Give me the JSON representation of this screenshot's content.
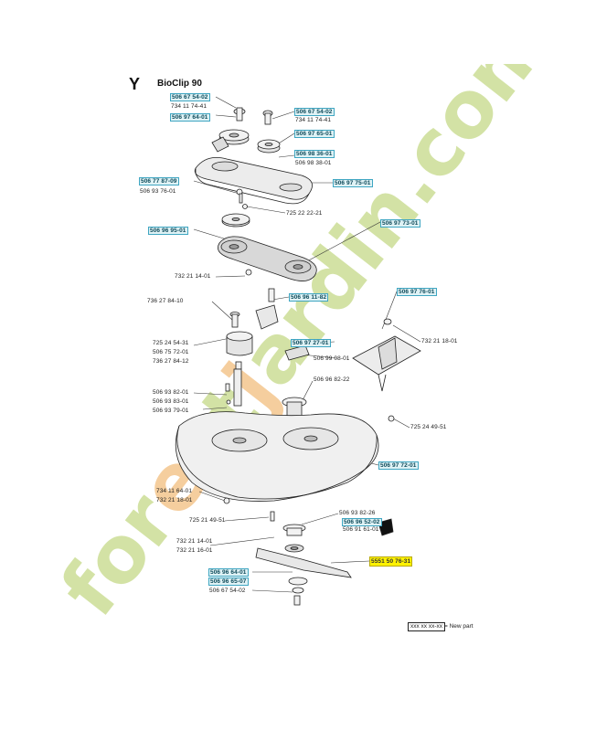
{
  "header": {
    "section_letter": "Y",
    "title": "BioClip 90"
  },
  "parts": [
    {
      "id": "p01",
      "text": "506 67 54-02",
      "new": true
    },
    {
      "id": "p02",
      "text": "734 11 74-41",
      "new": false
    },
    {
      "id": "p03",
      "text": "506 97 64-01",
      "new": true
    },
    {
      "id": "p04",
      "text": "506 67 54-02",
      "new": true
    },
    {
      "id": "p05",
      "text": "734 11 74-41",
      "new": false
    },
    {
      "id": "p06",
      "text": "506 97 65-01",
      "new": true
    },
    {
      "id": "p07",
      "text": "506 98 36-01",
      "new": true
    },
    {
      "id": "p08",
      "text": "506 98 38-01",
      "new": false
    },
    {
      "id": "p09",
      "text": "506 77 87-09",
      "new": true
    },
    {
      "id": "p10",
      "text": "506 97 75-01",
      "new": true
    },
    {
      "id": "p11",
      "text": "506 93 76-01",
      "new": false
    },
    {
      "id": "p12",
      "text": "725 22 22-21",
      "new": false
    },
    {
      "id": "p13",
      "text": "506 97 73-01",
      "new": true
    },
    {
      "id": "p14",
      "text": "506 96 95-01",
      "new": true
    },
    {
      "id": "p15",
      "text": "732 21 14-01",
      "new": false
    },
    {
      "id": "p16",
      "text": "506 96 11-82",
      "new": true
    },
    {
      "id": "p17",
      "text": "506 97 76-01",
      "new": true
    },
    {
      "id": "p18",
      "text": "736 27 84-10",
      "new": false
    },
    {
      "id": "p19",
      "text": "725 24 54-31",
      "new": false
    },
    {
      "id": "p20",
      "text": "506 75 72-01",
      "new": false
    },
    {
      "id": "p21",
      "text": "736 27 84-12",
      "new": false
    },
    {
      "id": "p22",
      "text": "506 97 27-01",
      "new": true
    },
    {
      "id": "p23",
      "text": "732 21 18-01",
      "new": false
    },
    {
      "id": "p24",
      "text": "506 99 08-01",
      "new": false
    },
    {
      "id": "p25",
      "text": "506 93 82-01",
      "new": false
    },
    {
      "id": "p26",
      "text": "506 96 82-22",
      "new": false
    },
    {
      "id": "p27",
      "text": "506 93 83-01",
      "new": false
    },
    {
      "id": "p28",
      "text": "506 93 79-01",
      "new": false
    },
    {
      "id": "p29",
      "text": "725 24 49-51",
      "new": false
    },
    {
      "id": "p30",
      "text": "506 97 72-01",
      "new": true
    },
    {
      "id": "p31",
      "text": "734 11 64-01",
      "new": false
    },
    {
      "id": "p32",
      "text": "732 21 18-01",
      "new": false
    },
    {
      "id": "p33",
      "text": "725 21 49-51",
      "new": false
    },
    {
      "id": "p34",
      "text": "506 93 82-26",
      "new": false
    },
    {
      "id": "p35",
      "text": "506 96 52-02",
      "new": true
    },
    {
      "id": "p36",
      "text": "506 91 61-01",
      "new": false
    },
    {
      "id": "p37",
      "text": "732 21 14-01",
      "new": false
    },
    {
      "id": "p38",
      "text": "732 21 16-01",
      "new": false
    },
    {
      "id": "p39",
      "text": "5551 50 76-31",
      "new": false,
      "highlight": true
    },
    {
      "id": "p40",
      "text": "506 96 64-01",
      "new": true
    },
    {
      "id": "p41",
      "text": "506 96 65-07",
      "new": true
    },
    {
      "id": "p42",
      "text": "506 67 54-02",
      "new": false
    }
  ],
  "legend": {
    "box": "xxx xx xx-xx",
    "text": "= New part"
  },
  "watermark": {
    "text": "forestjardin.com",
    "colors": {
      "main": "#c9dc8f",
      "accent": "#f3c287"
    }
  },
  "colors": {
    "new_fill": "#dff2f5",
    "new_border": "#3fa6c2",
    "highlight": "#fff200"
  }
}
